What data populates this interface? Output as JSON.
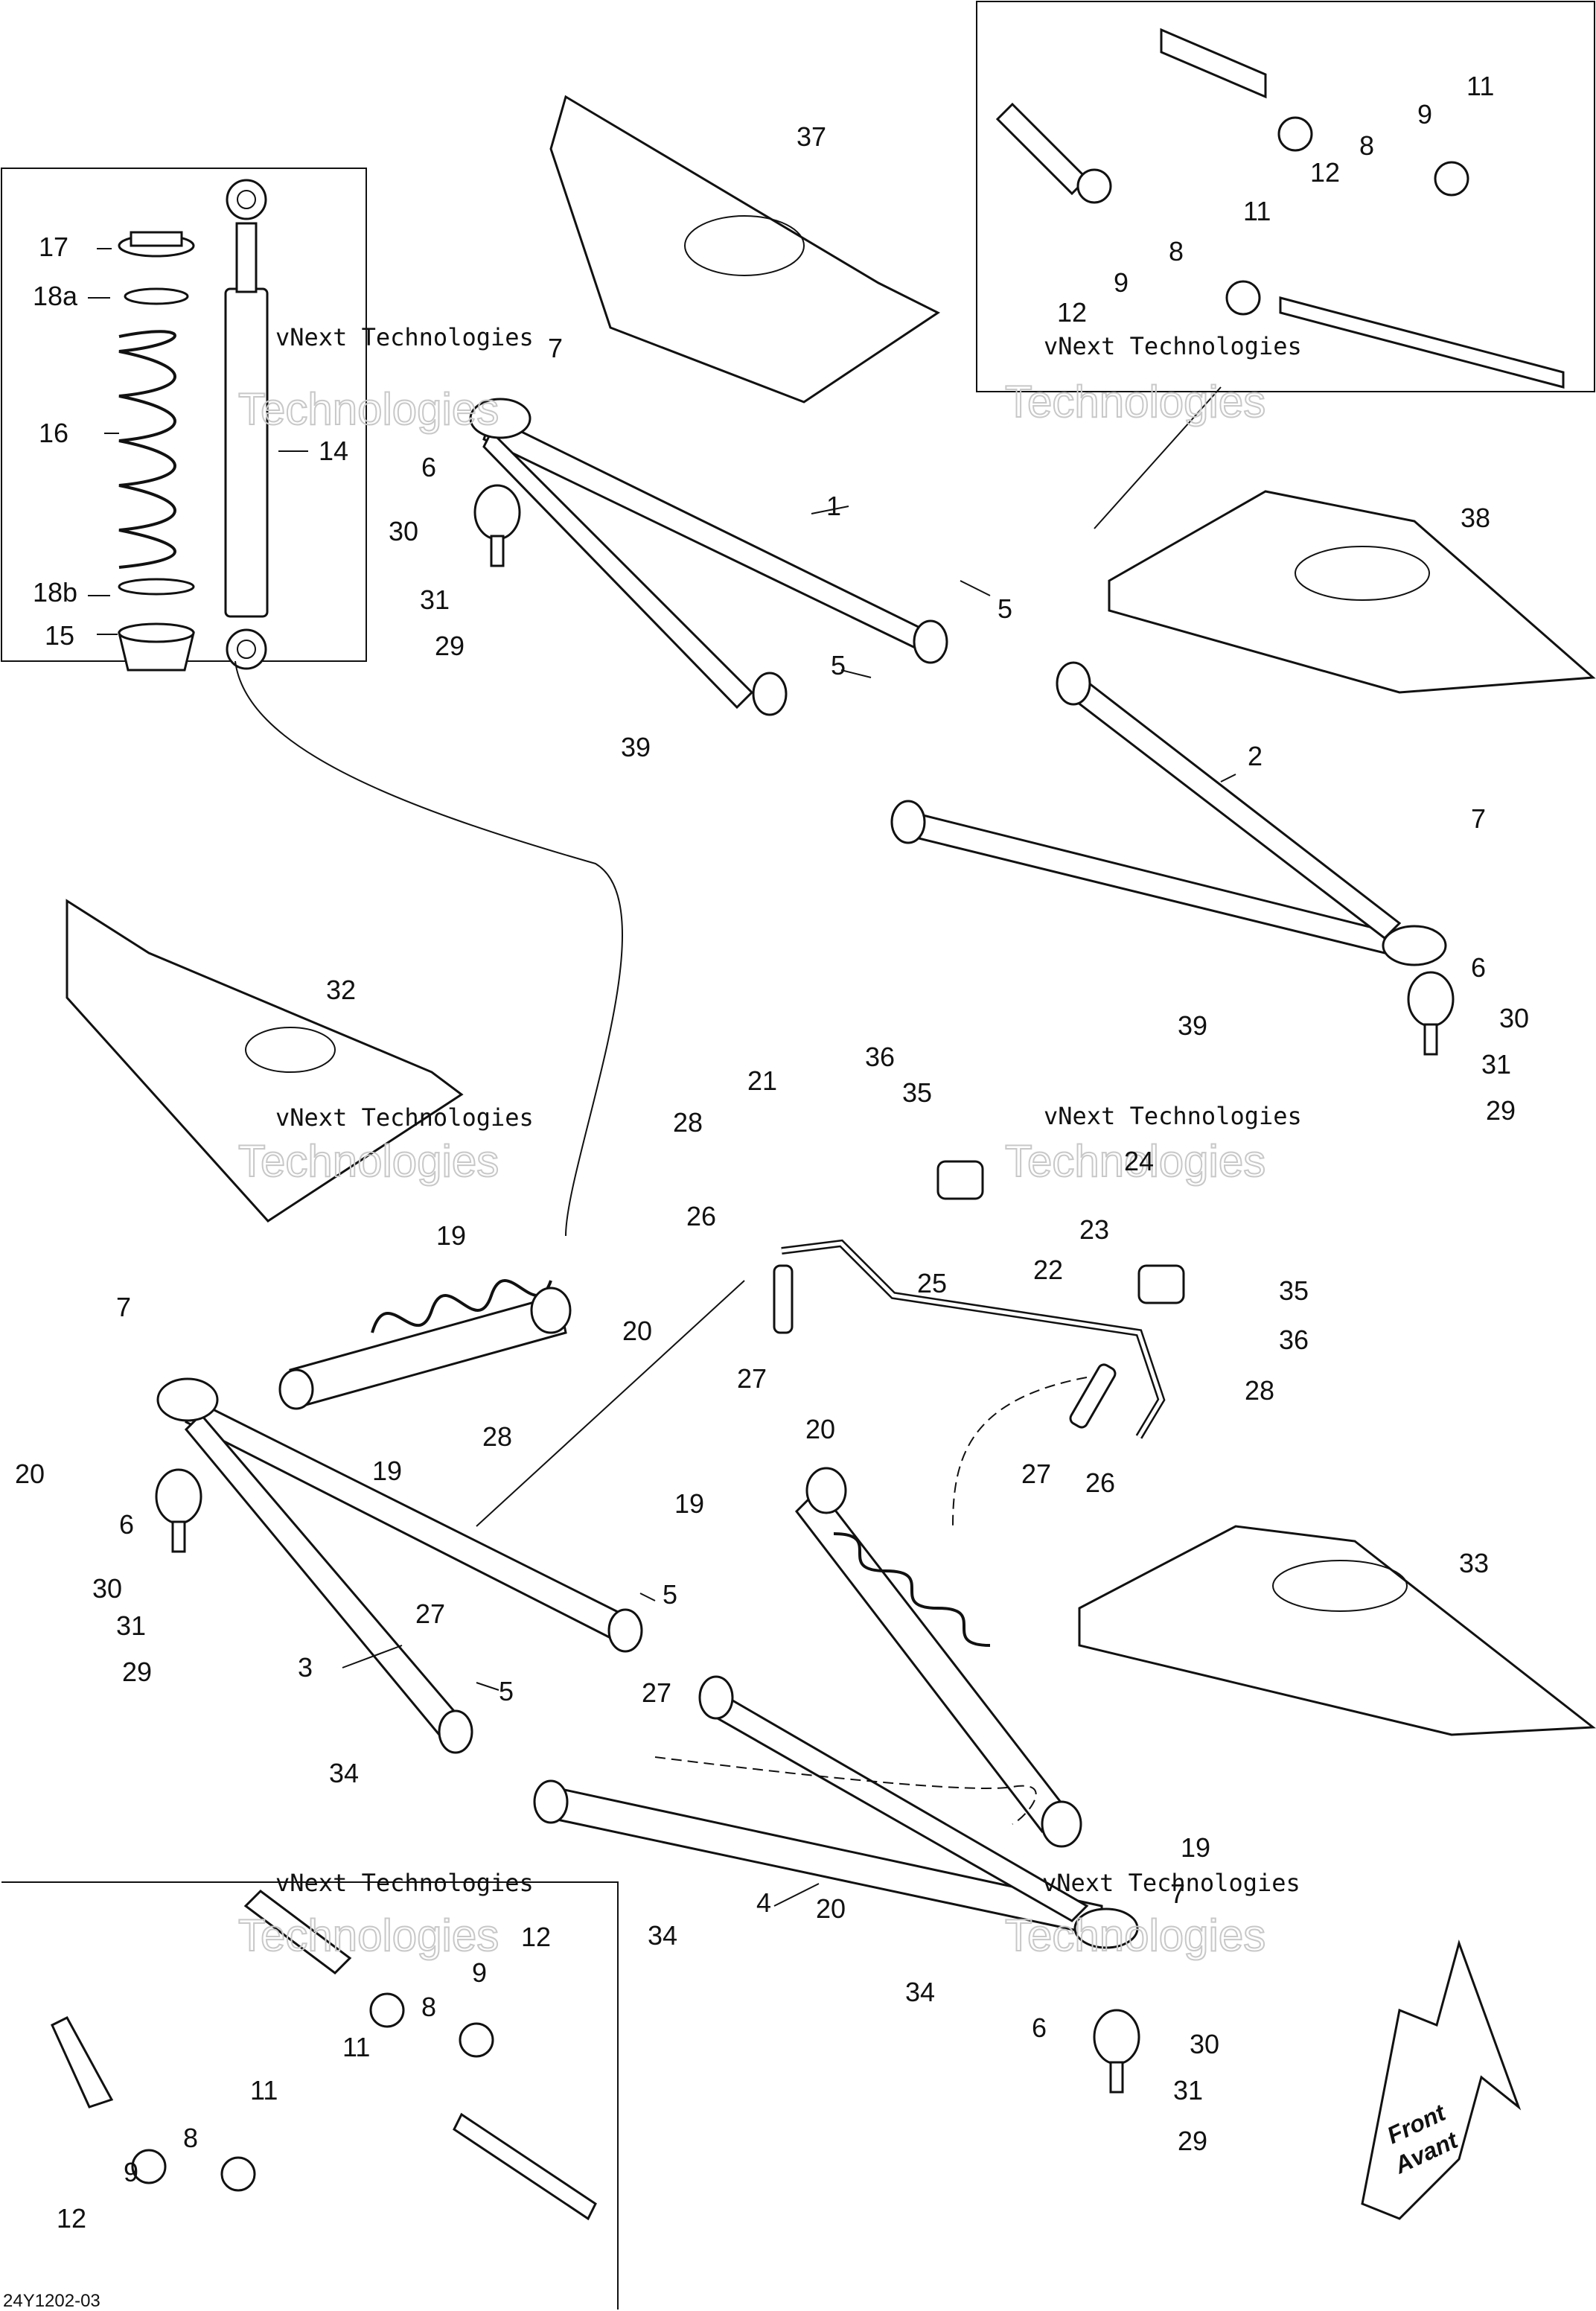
{
  "diagram_code": "24Y1202-03",
  "watermark": {
    "line": "vNext Technologies",
    "big": "Technologies"
  },
  "front_badge": {
    "line1": "Front",
    "line2": "Avant"
  },
  "callouts": [
    "1",
    "2",
    "3",
    "4",
    "5",
    "5",
    "5",
    "5",
    "6",
    "6",
    "6",
    "6",
    "7",
    "7",
    "7",
    "7",
    "8",
    "8",
    "8",
    "8",
    "9",
    "9",
    "9",
    "9",
    "11",
    "11",
    "11",
    "11",
    "12",
    "12",
    "12",
    "12",
    "14",
    "15",
    "16",
    "17",
    "18a",
    "18b",
    "19",
    "19",
    "19",
    "19",
    "20",
    "20",
    "20",
    "20",
    "21",
    "22",
    "23",
    "24",
    "25",
    "25",
    "26",
    "26",
    "27",
    "27",
    "27",
    "27",
    "28",
    "28",
    "28",
    "29",
    "29",
    "29",
    "29",
    "30",
    "30",
    "30",
    "30",
    "31",
    "31",
    "31",
    "31",
    "32",
    "33",
    "34",
    "34",
    "34",
    "35",
    "35",
    "36",
    "36",
    "37",
    "38",
    "39",
    "39",
    "39"
  ]
}
